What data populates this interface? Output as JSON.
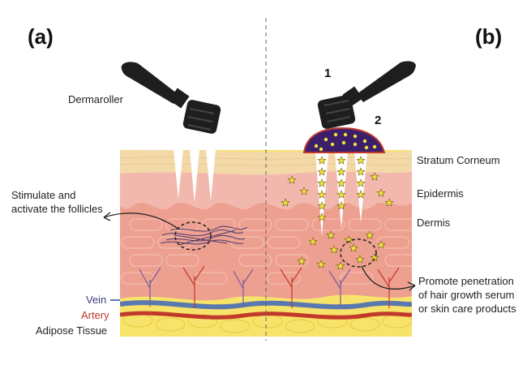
{
  "panel_a": {
    "tag": "(a)",
    "device_label": "Dermaroller",
    "annotation": "Stimulate and activate the follicles"
  },
  "panel_b": {
    "tag": "(b)",
    "step_1": "1",
    "step_2": "2",
    "annotation": "Promote penetration of hair growth serum or skin care products"
  },
  "layer_labels": {
    "stratum_corneum": "Stratum Corneum",
    "epidermis": "Epidermis",
    "dermis": "Dermis"
  },
  "vessel_labels": {
    "vein": "Vein",
    "artery": "Artery",
    "adipose": "Adipose Tissue"
  },
  "colors": {
    "vein": "#3a3a7a",
    "artery": "#c0392b",
    "stratum": "#f3d9a8",
    "epidermis": "#f2b8ad",
    "dermis": "#eea090",
    "adipose": "#f8e36a",
    "roller": "#1e1e1e",
    "star": "#f3e23b",
    "serum": "#3b1f6b"
  }
}
